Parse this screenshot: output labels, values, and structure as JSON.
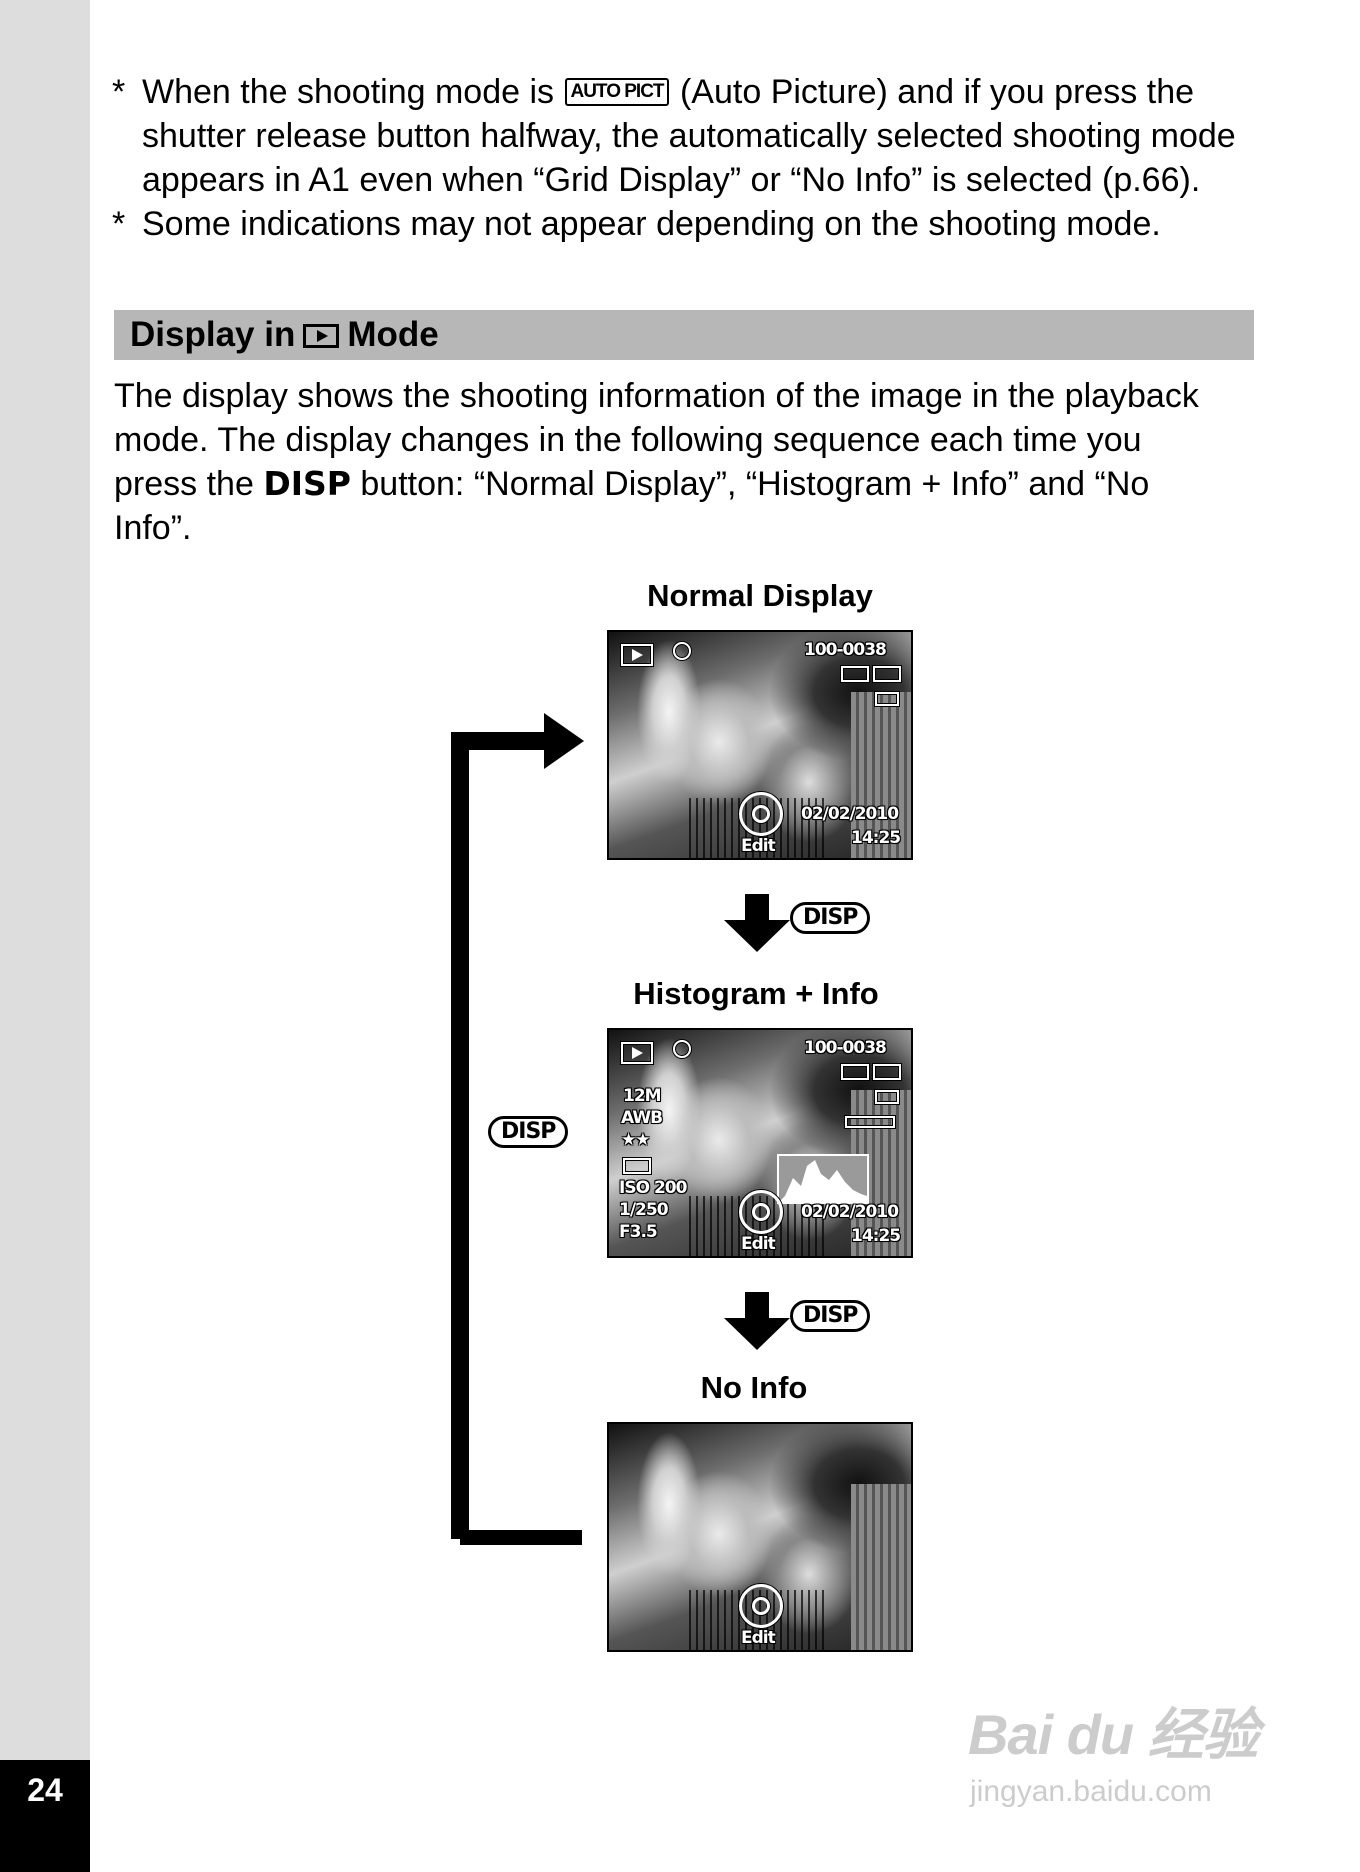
{
  "page_number": "24",
  "notes": {
    "line1_before": "When the shooting mode is",
    "autopict_icon_text": "AUTO PICT",
    "line1_after": "(Auto Picture) and if you press the",
    "line2": "shutter release button halfway, the automatically selected shooting mode",
    "line3": "appears in A1 even when “Grid Display” or “No Info” is selected (p.66).",
    "line4": "Some indications may not appear depending on the shooting mode."
  },
  "section": {
    "title_before": "Display in",
    "title_after": "Mode"
  },
  "intro": {
    "line1": "The display shows the shooting information of the image in the playback",
    "line2": "mode. The display changes in the following sequence each time you",
    "line3_before": "press the",
    "disp": "DISP",
    "line3_after": "button: “Normal Display”, “Histogram + Info” and “No",
    "line4": "Info”."
  },
  "captions": {
    "normal": "Normal Display",
    "histogram": "Histogram + Info",
    "noinfo": "No Info"
  },
  "disp_button_label": "DISP",
  "osd": {
    "file_number": "100-0038",
    "date": "02/02/2010",
    "time": "14:25",
    "edit": "Edit",
    "size": "12M",
    "wb": "AWB",
    "quality": "★★",
    "iso": "ISO 200",
    "shutter": "1/250",
    "aperture": "F3.5"
  },
  "watermark": {
    "brand": "Bai du 经验",
    "url": "jingyan.baidu.com"
  }
}
